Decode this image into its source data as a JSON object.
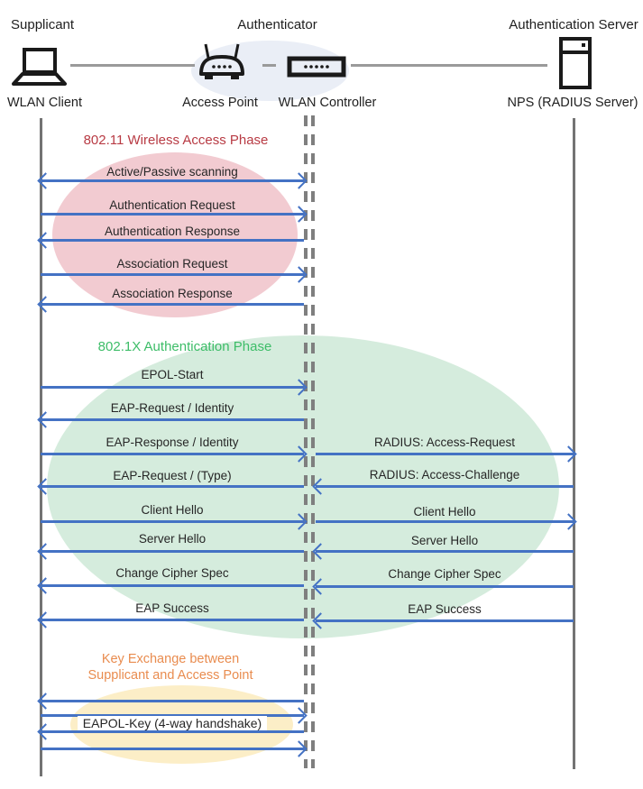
{
  "header": {
    "roles": [
      {
        "label": "Supplicant"
      },
      {
        "label": "Authenticator"
      },
      {
        "label": "Authentication Server"
      }
    ],
    "devices": [
      {
        "label": "WLAN Client",
        "icon": "laptop-icon"
      },
      {
        "label": "Access Point",
        "icon": "access-point-icon"
      },
      {
        "label": "WLAN Controller",
        "icon": "wlan-controller-icon"
      },
      {
        "label": "NPS (RADIUS Server)",
        "icon": "server-icon"
      }
    ]
  },
  "phases": [
    {
      "title": "802.11 Wireless Access Phase",
      "title_color": "#b83b44",
      "ellipse_color": "#f2cbd1",
      "messages": [
        {
          "label": "Active/Passive scanning",
          "segment": "client-controller",
          "direction": "both"
        },
        {
          "label": "Authentication Request",
          "segment": "client-controller",
          "direction": "right"
        },
        {
          "label": "Authentication Response",
          "segment": "client-controller",
          "direction": "left"
        },
        {
          "label": "Association Request",
          "segment": "client-controller",
          "direction": "right"
        },
        {
          "label": "Association Response",
          "segment": "client-controller",
          "direction": "left"
        }
      ]
    },
    {
      "title": "802.1X Authentication Phase",
      "title_color": "#3dbd68",
      "ellipse_color": "#d5ecdd",
      "messages": [
        {
          "label": "EPOL-Start",
          "segment": "client-controller",
          "direction": "right"
        },
        {
          "label": "EAP-Request / Identity",
          "segment": "client-controller",
          "direction": "left"
        },
        {
          "label": "EAP-Response / Identity",
          "segment": "client-controller",
          "direction": "right"
        },
        {
          "label": "RADIUS: Access-Request",
          "segment": "controller-server",
          "direction": "right"
        },
        {
          "label": "EAP-Request / (Type)",
          "segment": "client-controller",
          "direction": "left"
        },
        {
          "label": "RADIUS: Access-Challenge",
          "segment": "controller-server",
          "direction": "left"
        },
        {
          "label": "Client Hello",
          "segment": "client-controller",
          "direction": "right"
        },
        {
          "label": "Client Hello",
          "segment": "controller-server",
          "direction": "right"
        },
        {
          "label": "Server Hello",
          "segment": "client-controller",
          "direction": "left"
        },
        {
          "label": "Server Hello",
          "segment": "controller-server",
          "direction": "left"
        },
        {
          "label": "Change Cipher Spec",
          "segment": "client-controller",
          "direction": "left"
        },
        {
          "label": "Change Cipher Spec",
          "segment": "controller-server",
          "direction": "left"
        },
        {
          "label": "EAP Success",
          "segment": "client-controller",
          "direction": "left"
        },
        {
          "label": "EAP Success",
          "segment": "controller-server",
          "direction": "left"
        }
      ]
    },
    {
      "title_lines": [
        "Key Exchange between",
        "Supplicant and Access Point"
      ],
      "title_color": "#e98c4f",
      "ellipse_color": "#fceec7",
      "messages": [
        {
          "label": "",
          "segment": "client-controller",
          "direction": "left"
        },
        {
          "label": "",
          "segment": "client-controller",
          "direction": "right"
        },
        {
          "label": "EAPOL-Key (4-way handshake)",
          "segment": "client-controller",
          "direction": "left"
        },
        {
          "label": "",
          "segment": "client-controller",
          "direction": "right"
        }
      ]
    }
  ],
  "colors": {
    "arrow_blue": "#4472c4",
    "phase1_title_red": "#b83b44",
    "phase1_ellipse_pink": "#f2cbd1",
    "phase2_title_green": "#3dbd68",
    "phase2_ellipse_green": "#d5ecdd",
    "phase3_title_orange": "#e98c4f",
    "phase3_ellipse_yellow": "#fceec7",
    "authenticator_group_ellipse": "#eaeef6",
    "lifeline_gray": "#7f7f7f"
  }
}
